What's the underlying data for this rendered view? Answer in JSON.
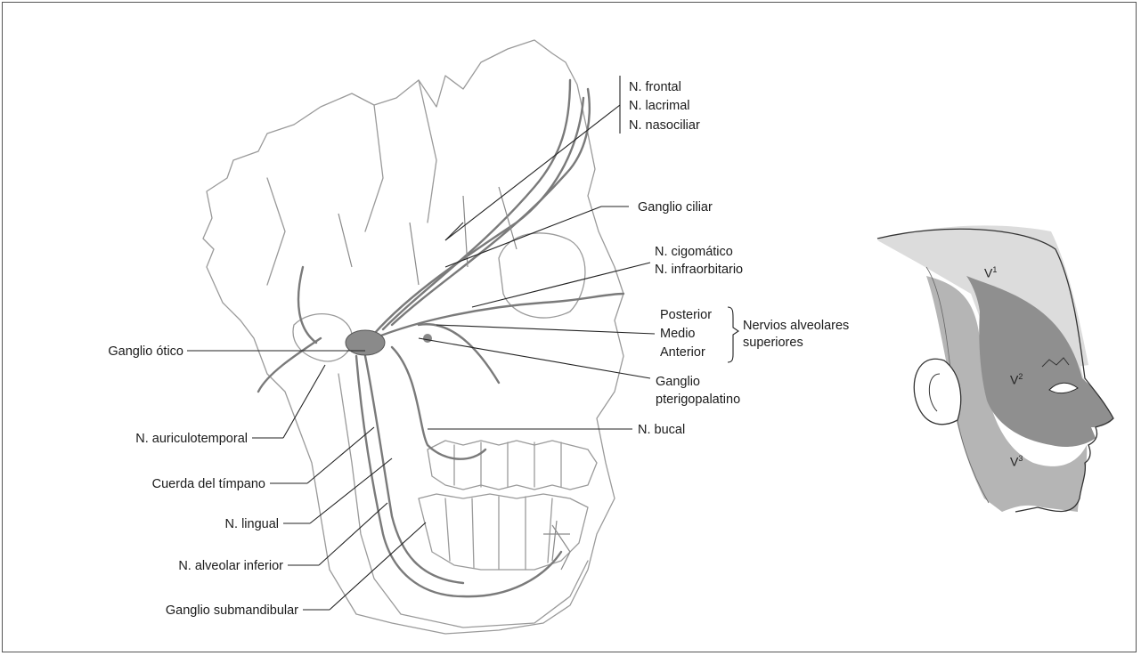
{
  "labels": {
    "frontal": "N. frontal",
    "lacrimal": "N. lacrimal",
    "nasociliar": "N. nasociliar",
    "ganglio_ciliar": "Ganglio ciliar",
    "cigomatico": "N. cigomático",
    "infraorbitario": "N. infraorbitario",
    "posterior": "Posterior",
    "medio": "Medio",
    "anterior": "Anterior",
    "alveolares_1": "Nervios alveolares",
    "alveolares_2": "superiores",
    "pterigo_1": "Ganglio",
    "pterigo_2": "pterigopalatino",
    "bucal": "N. bucal",
    "otico": "Ganglio ótico",
    "auriculotemporal": "N. auriculotemporal",
    "cuerda": "Cuerda del tímpano",
    "lingual": "N. lingual",
    "alveolar_inferior": "N. alveolar inferior",
    "submandibular": "Ganglio submandibular"
  },
  "zones": {
    "v1": "V",
    "v1_sup": "1",
    "v2": "V",
    "v2_sup": "2",
    "v3": "V",
    "v3_sup": "3"
  },
  "colors": {
    "v1_zone": "#dcdcdc",
    "v2_zone": "#8f8f8f",
    "v3_zone": "#b5b5b5",
    "nerve": "#7a7a7a",
    "leader": "#222222"
  }
}
